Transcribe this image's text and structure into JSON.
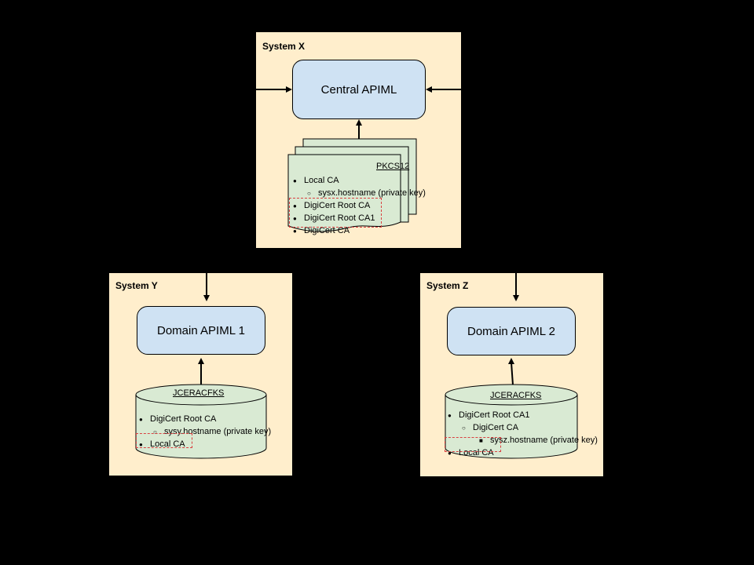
{
  "diagram": {
    "title": "API Mediation Layer multi-system certificate trust diagram",
    "background_color": "#000000",
    "system_fill": "#ffeecc",
    "apiml_fill": "#cfe2f3",
    "store_fill": "#d9ead3",
    "highlight_color": "#d94040"
  },
  "systems": [
    {
      "id": "system-x",
      "label": "System X",
      "node": {
        "label": "Central APIML"
      },
      "store": {
        "type": "pkcs12-document-stack",
        "title": "PKCS12",
        "items": [
          {
            "level": 0,
            "bullet": "disc",
            "label": "Local CA"
          },
          {
            "level": 1,
            "bullet": "circle",
            "label": "sysx.hostname (private key)"
          },
          {
            "level": 0,
            "bullet": "disc",
            "label": "DigiCert Root CA"
          },
          {
            "level": 0,
            "bullet": "disc",
            "label": "DigiCert Root CA1"
          },
          {
            "level": 0,
            "bullet": "disc",
            "label": "DigiCert CA"
          }
        ]
      }
    },
    {
      "id": "system-y",
      "label": "System Y",
      "node": {
        "label": "Domain APIML 1"
      },
      "store": {
        "type": "keyring-cylinder",
        "title": "JCERACFKS",
        "items": [
          {
            "level": 0,
            "bullet": "disc",
            "label": "DigiCert Root CA"
          },
          {
            "level": 1,
            "bullet": "circle",
            "label": "sysy.hostname (private key)"
          },
          {
            "level": 0,
            "bullet": "disc",
            "label": "Local CA"
          }
        ]
      }
    },
    {
      "id": "system-z",
      "label": "System Z",
      "node": {
        "label": "Domain APIML 2"
      },
      "store": {
        "type": "keyring-cylinder",
        "title": "JCERACFKS",
        "items": [
          {
            "level": 0,
            "bullet": "disc",
            "label": "DigiCert Root CA1"
          },
          {
            "level": 1,
            "bullet": "circle",
            "label": "DigiCert CA"
          },
          {
            "level": 2,
            "bullet": "square",
            "label": "sysz.hostname (private key)"
          },
          {
            "level": 0,
            "bullet": "disc",
            "label": "Local CA"
          }
        ]
      }
    }
  ]
}
